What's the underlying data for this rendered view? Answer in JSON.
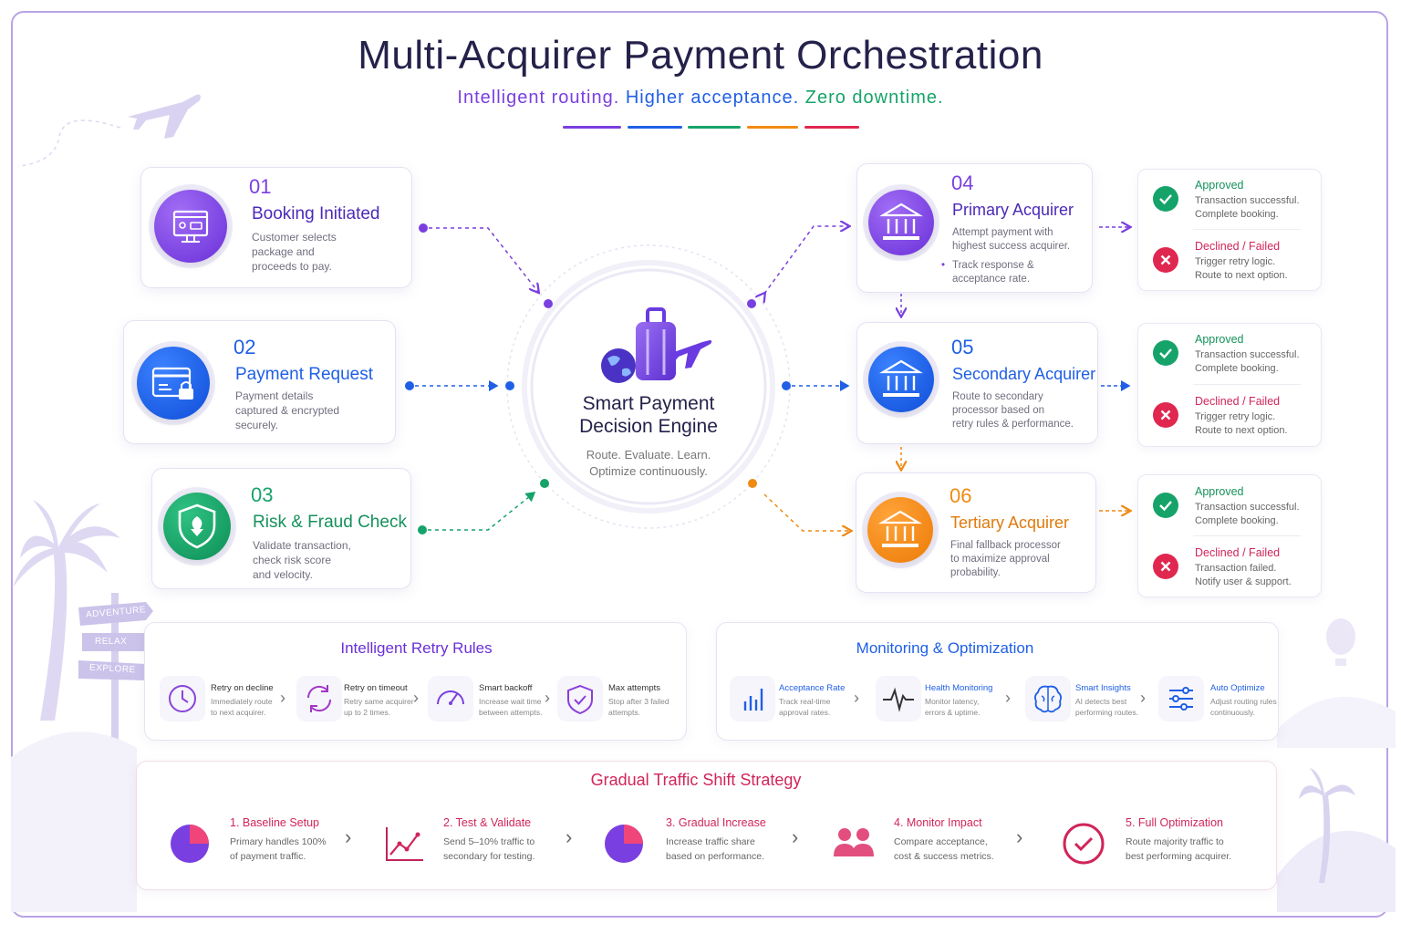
{
  "header": {
    "title": "Multi-Acquirer Payment Orchestration",
    "subtitle_1": "Intelligent routing.",
    "subtitle_2": "Higher acceptance.",
    "subtitle_3": "Zero downtime."
  },
  "steps": {
    "booking": {
      "num": "01",
      "title": "Booking Initiated",
      "desc": [
        "Customer selects",
        "package and",
        "proceeds to pay."
      ]
    },
    "payment": {
      "num": "02",
      "title": "Payment Request",
      "desc": [
        "Payment details",
        "captured & encrypted",
        "securely."
      ]
    },
    "risk": {
      "num": "03",
      "title": "Risk & Fraud Check",
      "desc": [
        "Validate transaction,",
        "check risk score",
        "and velocity."
      ]
    }
  },
  "engine": {
    "title_1": "Smart Payment",
    "title_2": "Decision Engine",
    "sub_1": "Route. Evaluate. Learn.",
    "sub_2": "Optimize continuously."
  },
  "acquirers": {
    "primary": {
      "num": "04",
      "title": "Primary Acquirer",
      "desc": [
        "Attempt payment with",
        "highest success acquirer."
      ],
      "bullet": [
        "Track response &",
        "acceptance rate."
      ]
    },
    "secondary": {
      "num": "05",
      "title": "Secondary Acquirer",
      "desc": [
        "Route to secondary",
        "processor based on",
        "retry rules & performance."
      ]
    },
    "tertiary": {
      "num": "06",
      "title": "Tertiary Acquirer",
      "desc": [
        "Final fallback processor",
        "to maximize approval",
        "probability."
      ]
    }
  },
  "outcomes": {
    "primary": {
      "ok_title": "Approved",
      "ok_text": [
        "Transaction successful.",
        "Complete booking."
      ],
      "fail_title": "Declined / Failed",
      "fail_text": [
        "Trigger retry logic.",
        "Route to next option."
      ]
    },
    "secondary": {
      "ok_title": "Approved",
      "ok_text": [
        "Transaction successful.",
        "Complete booking."
      ],
      "fail_title": "Declined / Failed",
      "fail_text": [
        "Trigger retry logic.",
        "Route to next option."
      ]
    },
    "tertiary": {
      "ok_title": "Approved",
      "ok_text": [
        "Transaction successful.",
        "Complete booking."
      ],
      "fail_title": "Declined / Failed",
      "fail_text": [
        "Transaction failed.",
        "Notify user & support."
      ]
    }
  },
  "retry": {
    "title": "Intelligent Retry Rules",
    "items": [
      {
        "title": "Retry on decline",
        "text": [
          "Immediately route",
          "to next acquirer."
        ],
        "icon": "clock-icon"
      },
      {
        "title": "Retry on timeout",
        "text": [
          "Retry same acquirer",
          "up to 2 times."
        ],
        "icon": "refresh-icon"
      },
      {
        "title": "Smart backoff",
        "text": [
          "Increase wait time",
          "between attempts."
        ],
        "icon": "gauge-icon"
      },
      {
        "title": "Max attempts",
        "text": [
          "Stop after 3 failed",
          "attempts."
        ],
        "icon": "shield-check-icon"
      }
    ]
  },
  "monitoring": {
    "title": "Monitoring & Optimization",
    "items": [
      {
        "title": "Acceptance Rate",
        "text": [
          "Track real-time",
          "approval rates."
        ],
        "icon": "bar-chart-icon"
      },
      {
        "title": "Health Monitoring",
        "text": [
          "Monitor latency,",
          "errors & uptime."
        ],
        "icon": "pulse-icon"
      },
      {
        "title": "Smart Insights",
        "text": [
          "AI detects best",
          "performing routes."
        ],
        "icon": "brain-icon"
      },
      {
        "title": "Auto Optimize",
        "text": [
          "Adjust routing rules",
          "continuously."
        ],
        "icon": "sliders-icon"
      }
    ]
  },
  "traffic": {
    "title": "Gradual Traffic Shift Strategy",
    "items": [
      {
        "title": "1.  Baseline Setup",
        "text": [
          "Primary handles 100%",
          "of payment traffic."
        ],
        "icon": "pie-chart-icon"
      },
      {
        "title": "2.  Test & Validate",
        "text": [
          "Send 5–10% traffic to",
          "secondary for testing."
        ],
        "icon": "line-chart-icon"
      },
      {
        "title": "3.  Gradual Increase",
        "text": [
          "Increase traffic share",
          "based on performance."
        ],
        "icon": "pie-chart-icon"
      },
      {
        "title": "4.  Monitor Impact",
        "text": [
          "Compare acceptance,",
          "cost & success metrics."
        ],
        "icon": "users-icon"
      },
      {
        "title": "5.  Full Optimization",
        "text": [
          "Route majority traffic to",
          "best performing acquirer."
        ],
        "icon": "check-circle-icon"
      }
    ]
  },
  "signpost": {
    "a": "ADVENTURE",
    "b": "RELAX",
    "c": "EXPLORE"
  },
  "colors": {
    "purple": "#7a3fe0",
    "blue": "#1f5fe6",
    "green": "#16a36a",
    "orange": "#f08a12",
    "red": "#e0274f",
    "pink": "#d1255a",
    "navy": "#24224a"
  }
}
